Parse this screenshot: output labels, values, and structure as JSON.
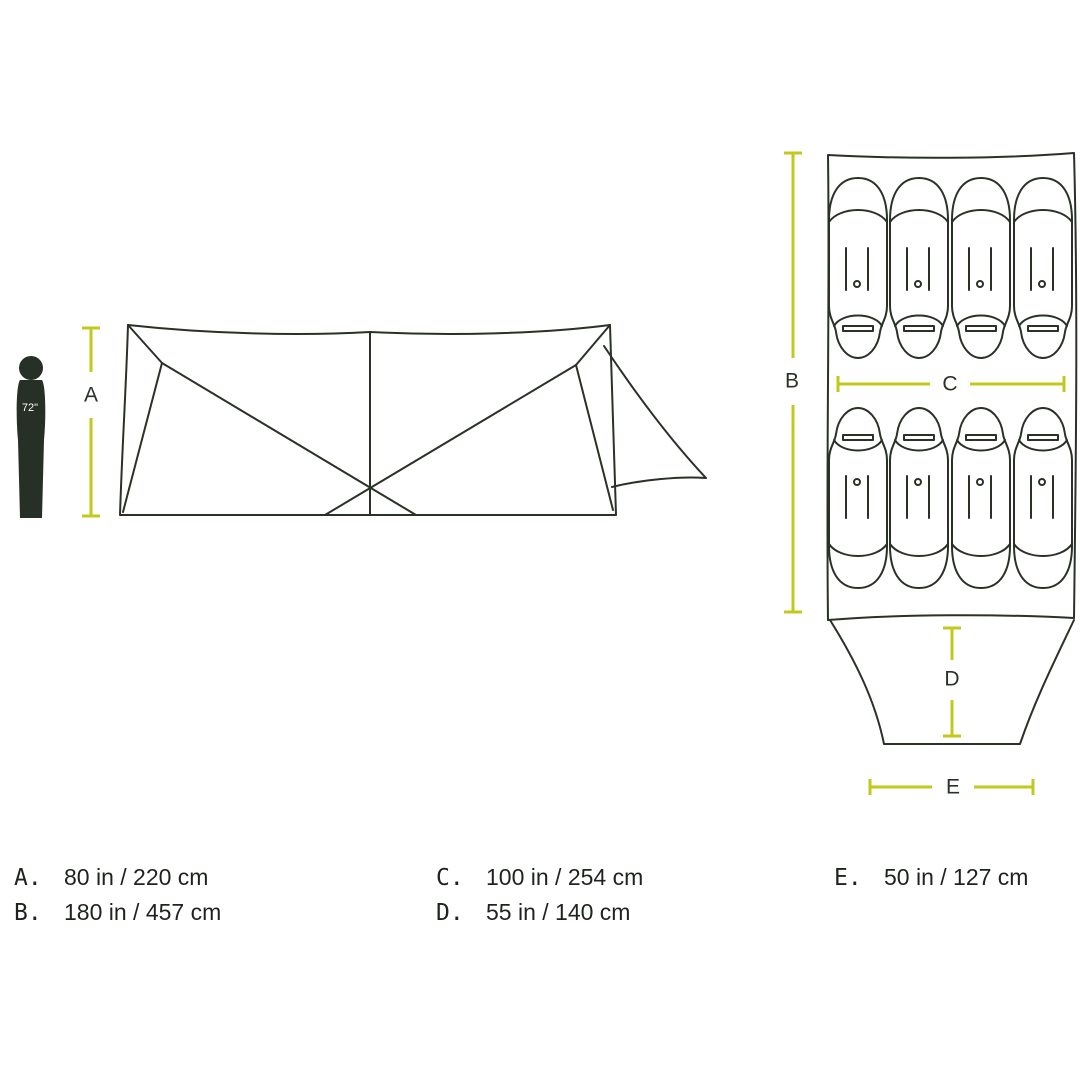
{
  "figure": {
    "height_label": "72\""
  },
  "dimension_labels": {
    "a": "A",
    "b": "B",
    "c": "C",
    "d": "D",
    "e": "E"
  },
  "specs": [
    {
      "key": "A.",
      "value": "80 in  /  220 cm"
    },
    {
      "key": "B.",
      "value": "180 in /  457 cm"
    },
    {
      "key": "C.",
      "value": "100 in /  254 cm"
    },
    {
      "key": "D.",
      "value": "55 in / 140 cm"
    },
    {
      "key": "E.",
      "value": "50 in / 127 cm"
    }
  ],
  "colors": {
    "outline": "#2a3127",
    "dimension": "#c3c81c",
    "figure": "#263026"
  }
}
